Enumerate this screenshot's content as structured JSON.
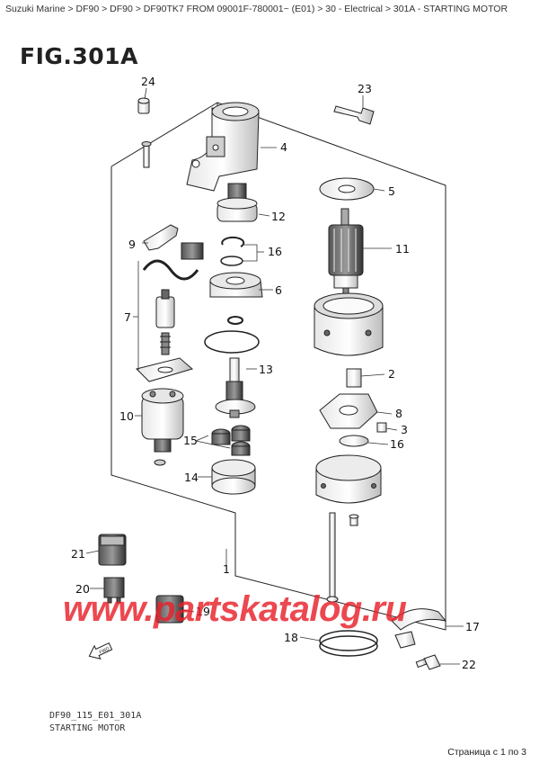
{
  "breadcrumb": "Suzuki Marine > DF90 > DF90 > DF90TK7 FROM 09001F-780001~ (E01) > 30 - Electrical > 301A - STARTING MOTOR",
  "figure_title": "FIG.301A",
  "diagram_code": "DF90_115_E01_301A",
  "diagram_caption": "STARTING MOTOR",
  "watermark": "www.partskatalog.ru",
  "pagination": "Страница с 1 по 3",
  "callouts": {
    "c1": "1",
    "c2": "2",
    "c3": "3",
    "c4": "4",
    "c5": "5",
    "c6": "6",
    "c7": "7",
    "c8": "8",
    "c9": "9",
    "c10": "10",
    "c11": "11",
    "c12": "12",
    "c13": "13",
    "c14": "14",
    "c15": "15",
    "c16a": "16",
    "c16b": "16",
    "c17": "17",
    "c18": "18",
    "c19": "19",
    "c20": "20",
    "c21": "21",
    "c22": "22",
    "c23": "23",
    "c24": "24"
  },
  "fwd_label": "FWD"
}
